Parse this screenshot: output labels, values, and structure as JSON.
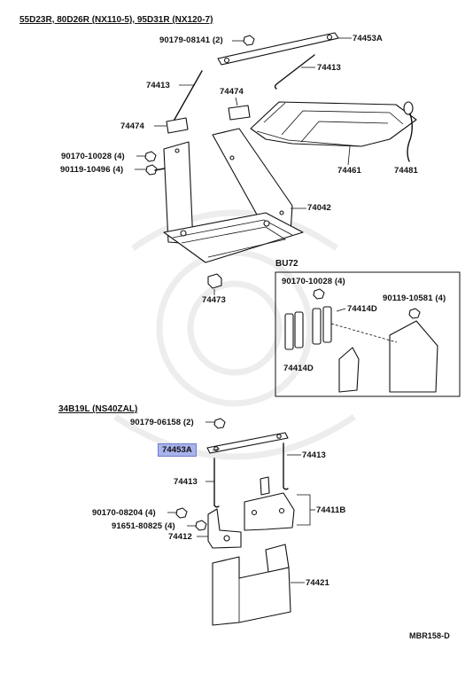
{
  "headers": {
    "top": "55D23R, 80D26R (NX110-5), 95D31R (NX120-7)",
    "bottom": "34B19L (NS40ZAL)"
  },
  "box_label": "BU72",
  "top_labels": {
    "p90179_08141": "90179-08141 (2)",
    "p74453A": "74453A",
    "p74413_right": "74413",
    "p74413_left": "74413",
    "p74474_top": "74474",
    "p74474_left": "74474",
    "p90170_10028": "90170-10028 (4)",
    "p90119_10496": "90119-10496 (4)",
    "p74461": "74461",
    "p74481": "74481",
    "p74042": "74042",
    "p74473": "74473"
  },
  "box_labels": {
    "p90170_10028": "90170-10028 (4)",
    "p90119_10581": "90119-10581 (4)",
    "p74414D_a": "74414D",
    "p74414D_b": "74414D"
  },
  "bottom_labels": {
    "p90179_06158": "90179-06158 (2)",
    "p74453A_highlight": "74453A",
    "p74413_right": "74413",
    "p74413_left": "74413",
    "p90170_08204": "90170-08204 (4)",
    "p91651_80825": "91651-80825 (4)",
    "p74412": "74412",
    "p74411B": "74411B",
    "p74421": "74421"
  },
  "diagram_code": "MBR158-D",
  "colors": {
    "highlight": "#a9b3ec",
    "line": "#111111",
    "watermark": "#ededed"
  }
}
